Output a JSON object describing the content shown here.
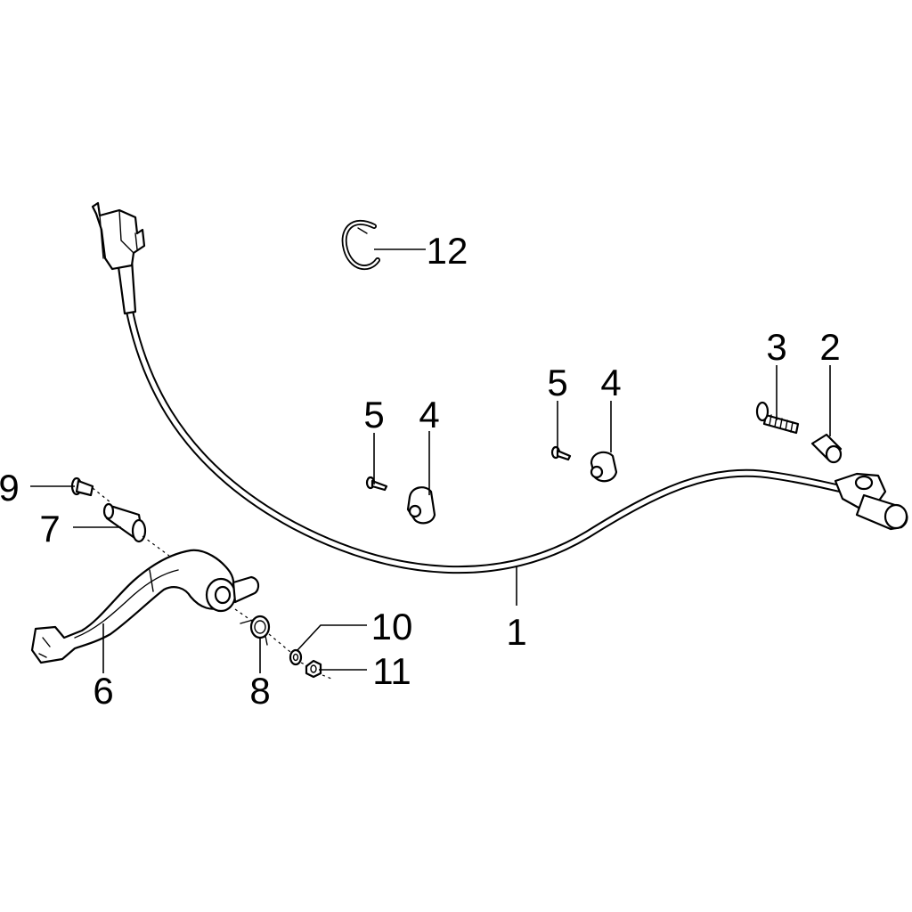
{
  "diagram": {
    "callouts": [
      {
        "id": "c1",
        "number": "1"
      },
      {
        "id": "c2",
        "number": "2"
      },
      {
        "id": "c3",
        "number": "3"
      },
      {
        "id": "c4a",
        "number": "4"
      },
      {
        "id": "c4b",
        "number": "4"
      },
      {
        "id": "c5a",
        "number": "5"
      },
      {
        "id": "c5b",
        "number": "5"
      },
      {
        "id": "c6",
        "number": "6"
      },
      {
        "id": "c7",
        "number": "7"
      },
      {
        "id": "c8",
        "number": "8"
      },
      {
        "id": "c9",
        "number": "9"
      },
      {
        "id": "c10",
        "number": "10"
      },
      {
        "id": "c11",
        "number": "11"
      },
      {
        "id": "c12",
        "number": "12"
      }
    ]
  }
}
